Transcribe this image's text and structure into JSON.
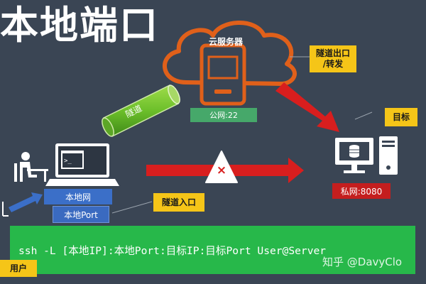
{
  "title": "本地端口",
  "cloud_label": "云服务器",
  "public_port": "公网:22",
  "tunnel_label": "隧道",
  "tunnel_exit_tag": "隧道出口\n/转发",
  "target_tag": "目标",
  "private_port": "私网:8080",
  "blocked_mark": "×",
  "local_net": "本地网",
  "local_port": "本地Port",
  "tunnel_entry_tag": "隧道入口",
  "user_tag": "用户",
  "command": "ssh -L [本地IP]:本地Port:目标IP:目标Port  User@Server",
  "watermark": "知乎 @DavyClo",
  "colors": {
    "background": "#3a4554",
    "tag_yellow": "#f5c518",
    "command_green": "#27b84a",
    "arrow_red": "#d81e1e",
    "net_blue": "#3b6fc8"
  }
}
